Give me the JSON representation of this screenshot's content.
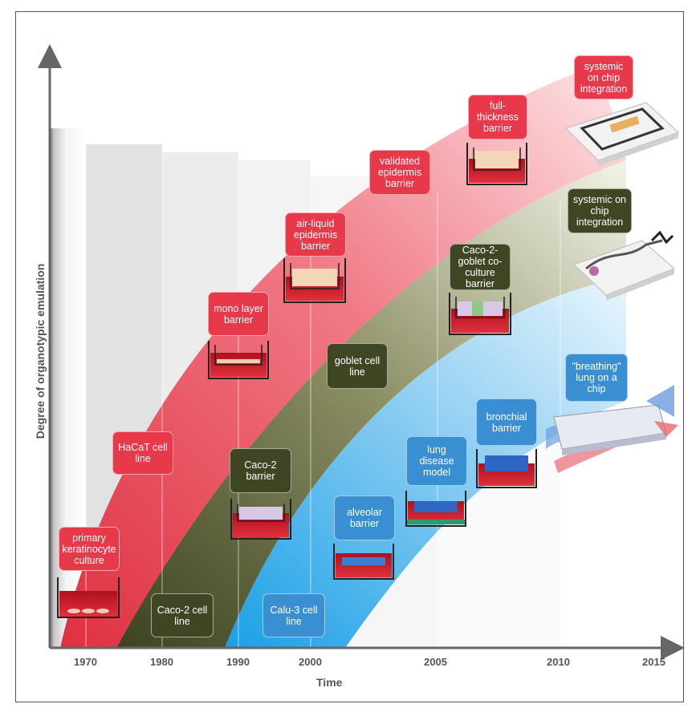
{
  "axes": {
    "x_label": "Time",
    "y_label": "Degree of organotypic emulation",
    "ticks": [
      "1970",
      "1980",
      "1990",
      "2000",
      "2005",
      "2010",
      "2015"
    ]
  },
  "boxes": {
    "primary_keratinocyte": "primary keratinocyte culture",
    "hacat": "HaCaT cell line",
    "monolayer": "mono layer barrier",
    "air_liquid": "air-liquid epidermis barrier",
    "validated": "validated epidermis barrier",
    "full_thickness": "full-thickness barrier",
    "systemic_skin": "systemic on chip integration",
    "caco2_line": "Caco-2 cell line",
    "caco2_barrier": "Caco-2 barrier",
    "goblet": "goblet cell line",
    "caco2_goblet": "Caco-2-goblet co-culture barrier",
    "systemic_gut": "systemic on chip integration",
    "calu3": "Calu-3 cell line",
    "alveolar": "alveolar barrier",
    "lung_disease": "lung disease model",
    "bronchial": "bronchial barrier",
    "breathing_lung": "\"breathing\" lung on a chip"
  },
  "colors": {
    "skin": "#e8394a",
    "gut": "#3f4624",
    "lung": "#3a8fd3"
  }
}
